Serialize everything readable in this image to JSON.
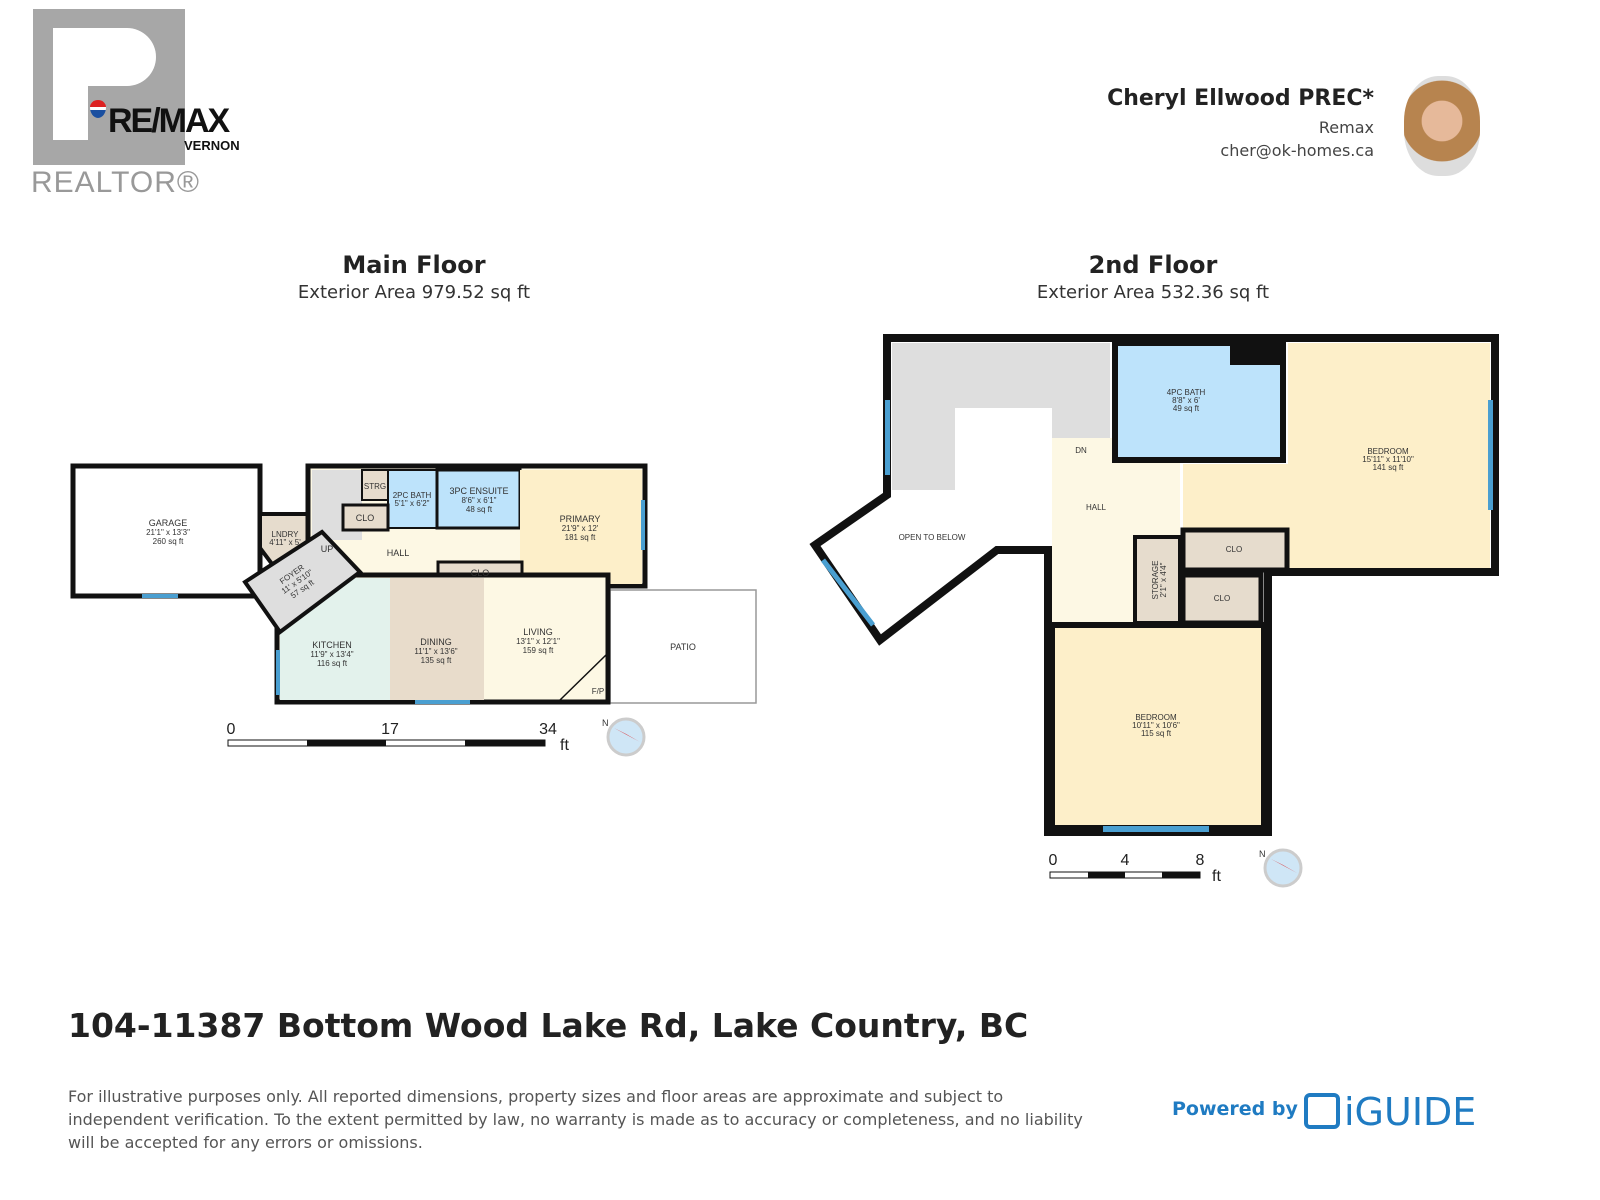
{
  "logo": {
    "brand": "RE/MAX",
    "office": "VERNON",
    "realtor": "REALTOR®"
  },
  "agent": {
    "name": "Cheryl Ellwood PREC*",
    "company": "Remax",
    "email": "cher@ok-homes.ca"
  },
  "main_floor": {
    "title": "Main Floor",
    "area": "Exterior Area 979.52 sq ft",
    "rooms": [
      {
        "name": "GARAGE",
        "dims": "21'1\" x 13'3\"",
        "area": "260 sq ft"
      },
      {
        "name": "LNDRY",
        "dims": "4'11\" x 5'"
      },
      {
        "name": "FOYER",
        "dims": "11' x 5'10\"",
        "area": "57 sq ft"
      },
      {
        "name": "KITCHEN",
        "dims": "11'9\" x 13'4\"",
        "area": "116 sq ft"
      },
      {
        "name": "DINING",
        "dims": "11'1\" x 13'6\"",
        "area": "135 sq ft"
      },
      {
        "name": "LIVING",
        "dims": "13'1\" x 12'1\"",
        "area": "159 sq ft"
      },
      {
        "name": "PRIMARY",
        "dims": "21'9\" x 12'",
        "area": "181 sq ft"
      },
      {
        "name": "3PC ENSUITE",
        "dims": "8'6\" x 6'1\"",
        "area": "48 sq ft"
      },
      {
        "name": "2PC BATH",
        "dims": "5'1\" x 6'2\""
      }
    ],
    "labels": {
      "strg": "STRG",
      "clo": "CLO",
      "hall": "HALL",
      "up": "UP",
      "patio": "PATIO",
      "fp": "F/P"
    },
    "scale": {
      "ticks": [
        "0",
        "17",
        "34"
      ],
      "unit": "ft"
    }
  },
  "second_floor": {
    "title": "2nd Floor",
    "area": "Exterior Area 532.36 sq ft",
    "rooms": [
      {
        "name": "4PC BATH",
        "dims": "8'8\" x 6'",
        "area": "49 sq ft"
      },
      {
        "name": "BEDROOM",
        "dims": "15'11\" x 11'10\"",
        "area": "141 sq ft"
      },
      {
        "name": "BEDROOM",
        "dims": "10'11\" x 10'6\"",
        "area": "115 sq ft"
      },
      {
        "name": "STORAGE",
        "dims": "2'1\" x 4'4\""
      }
    ],
    "labels": {
      "open": "OPEN TO BELOW",
      "hall": "HALL",
      "dn": "DN",
      "clo": "CLO"
    },
    "scale": {
      "ticks": [
        "0",
        "4",
        "8"
      ],
      "unit": "ft"
    }
  },
  "address": "104-11387 Bottom Wood Lake Rd, Lake Country, BC",
  "disclaimer": "For illustrative purposes only. All reported dimensions, property sizes and floor areas are approximate and subject to independent verification. To the extent permitted by law, no warranty is made as to accuracy or completeness, and no liability will be accepted for any errors or omissions.",
  "powered_by": "Powered by",
  "iguide": "iGUIDE",
  "colors": {
    "wall": "#111111",
    "bath": "#bde3fb",
    "bedroom": "#fdefc9",
    "hall": "#fdf8e4",
    "kitchen": "#e3f2ec",
    "dining": "#e8dccb",
    "closet": "#e6dccd",
    "stairs": "#dedede",
    "window": "#4a9fd1",
    "brand": "#1f7bc2"
  }
}
